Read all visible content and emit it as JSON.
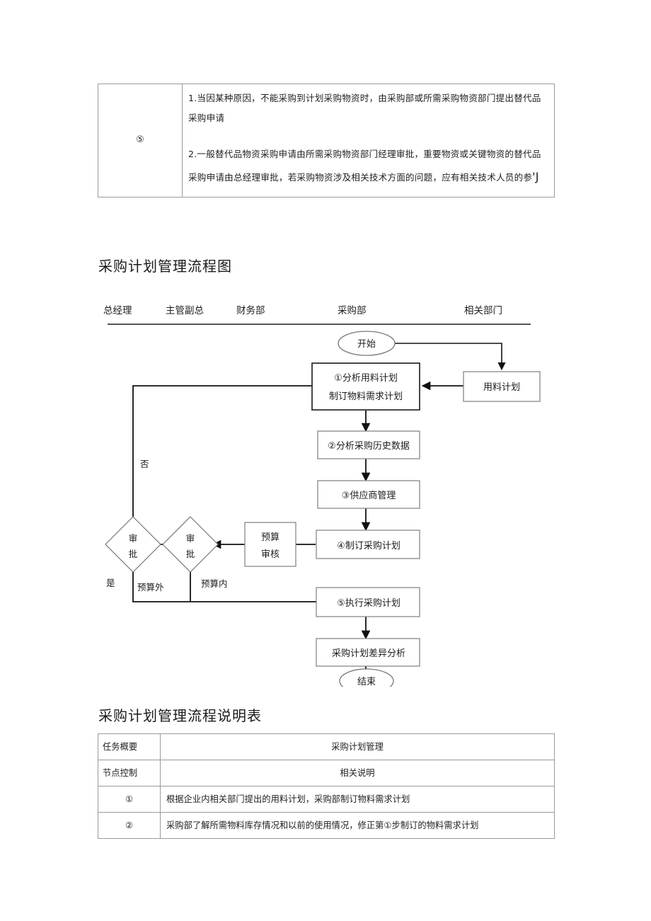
{
  "top_table": {
    "row_index_label": "⑤",
    "paragraphs": [
      "1.当因某种原因，不能采购到计划采购物资时，由采购部或所需采购物资部门提出替代品采购申请",
      "2.一般替代品物资采购申请由所需采购物资部门经理审批，重要物资或关键物资的替代品采购申请由总经理审批，若采购物资涉及相关技术方面的问题，应有相关技术人员的参"
    ],
    "tail_glyph": "'J"
  },
  "headings": {
    "flowchart": "采购计划管理流程图",
    "description": "采购计划管理流程说明表"
  },
  "flowchart": {
    "swimlanes": [
      "总经理",
      "主管副总",
      "财务部",
      "采购部",
      "相关部门"
    ],
    "nodes": {
      "start": "开始",
      "material_plan": "用料计划",
      "step1_line1": "①分析用料计划",
      "step1_line2": "制订物料需求计划",
      "step2": "②分析采购历史数据",
      "step3": "③供应商管理",
      "step4": "④制订采购计划",
      "budget_review_line1": "预算",
      "budget_review_line2": "审核",
      "approve_gm_line1": "审",
      "approve_gm_line2": "批",
      "approve_vp_line1": "审",
      "approve_vp_line2": "批",
      "step5": "⑤执行采购计划",
      "variance": "采购计划差异分析",
      "end": "结束"
    },
    "edge_labels": {
      "no": "否",
      "yes": "是",
      "out_of_budget": "预算外",
      "in_budget": "预算内"
    }
  },
  "desc_table": {
    "rows": [
      {
        "a": "任务概要",
        "b": "采购计划管理",
        "a_align": "left",
        "b_align": "center"
      },
      {
        "a": "节点控制",
        "b": "相关说明",
        "a_align": "left",
        "b_align": "center"
      },
      {
        "a": "①",
        "b": "根据企业内相关部门提出的用料计划，采购部制订物料需求计划",
        "a_align": "center",
        "b_align": "left"
      },
      {
        "a": "②",
        "b": "采购部了解所需物料库存情况和以前的使用情况，修正第①步制订的物料需求计划",
        "a_align": "center",
        "b_align": "left"
      }
    ]
  }
}
